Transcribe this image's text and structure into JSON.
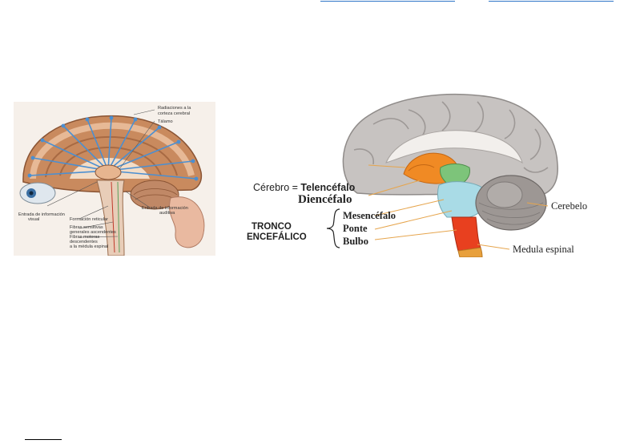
{
  "figure1": {
    "labels": {
      "radiations": [
        "Radiaciones a la",
        "corteza cerebral"
      ],
      "thalamus": "Tálamo",
      "visual_input": [
        "Entrada de información",
        "visual"
      ],
      "auditory_input": [
        "Entrada de información",
        "auditiva"
      ],
      "reticular": "Formación reticular",
      "ascending": [
        "Fibras sensitivas",
        "generales ascendentes"
      ],
      "motor": [
        "Fibras motoras",
        "descendentes",
        "a la médula espinal"
      ]
    }
  },
  "figure2": {
    "labels": {
      "brain": "Cérebro = ",
      "telencephalon": "Telencéfalo",
      "diencephalon": "Diencéfalo",
      "brainstem_line1": "TRONCO",
      "brainstem_line2": "ENCEFÁLICO",
      "midbrain": "Mesencéfalo",
      "pons": "Ponte",
      "medulla": "Bulbo",
      "cerebellum": "Cerebelo",
      "spinal_cord": "Medula espinal"
    }
  }
}
